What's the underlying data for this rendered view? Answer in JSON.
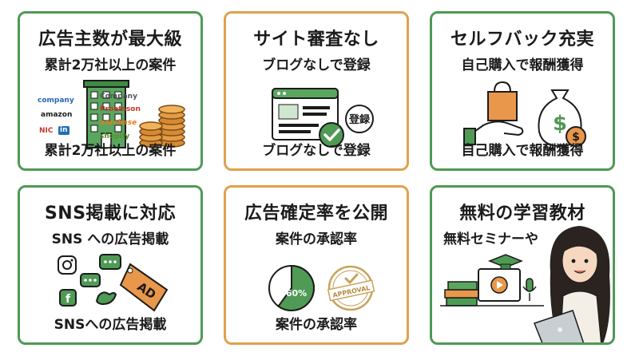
{
  "cards": [
    {
      "title": "広告主数が最大級",
      "subtitle": "累計2万社以上の案件",
      "footer": "累計2万社以上の案件",
      "logos_left": [
        "company",
        "amazon",
        "NIC",
        "in"
      ],
      "logos_right": [
        "Company",
        "Proatsson",
        "narchase",
        "shopify"
      ]
    },
    {
      "title": "サイト審査なし",
      "subtitle": "ブログなしで登録",
      "footer": "ブログなしで登録",
      "stamp": "登録"
    },
    {
      "title": "セルフバック充実",
      "subtitle": "自己購入で報酬獲得",
      "footer": "自己購入で報酬獲得",
      "coin_symbol": "$"
    },
    {
      "title": "SNS掲載に対応",
      "subtitle": "SNS への広告掲載",
      "footer": "SNSへの広告掲載",
      "tag": "AD"
    },
    {
      "title": "広告確定率を公開",
      "subtitle": "案件の承認率",
      "footer": "案件の承認率",
      "pie_percent": 60,
      "pie_label": "60%",
      "stamp": "APPROVAL"
    },
    {
      "title": "無料の学習教材",
      "subtitle": "無料セミナーや"
    }
  ],
  "colors": {
    "green_border": "#4f9a55",
    "orange_border": "#e0a14e",
    "green_accent": "#4f9a55",
    "orange_accent": "#e9974a"
  }
}
